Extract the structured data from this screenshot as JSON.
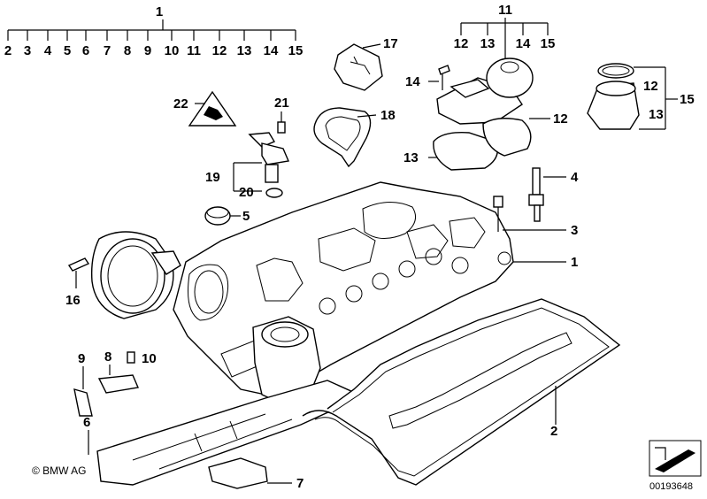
{
  "diagram": {
    "group_top_label": "1",
    "group_top_items": [
      "2",
      "3",
      "4",
      "5",
      "6",
      "7",
      "8",
      "9",
      "10",
      "11",
      "12",
      "13",
      "14",
      "15"
    ],
    "group11_label": "11",
    "group11_items": [
      "12",
      "13",
      "14",
      "15"
    ],
    "labels": {
      "l17": "17",
      "l18": "18",
      "l22": "22",
      "l21": "21",
      "l19": "19",
      "l20": "20",
      "l5": "5",
      "l16": "16",
      "l14": "14",
      "l12a": "12",
      "l13a": "13",
      "l12b": "12",
      "l15b": "15",
      "l13b": "13",
      "l4": "4",
      "l3": "3",
      "l1": "1",
      "l9": "9",
      "l8": "8",
      "l10": "10",
      "l6": "6",
      "l7": "7",
      "l2": "2"
    },
    "copyright": "© BMW AG",
    "doc_number": "00193648"
  },
  "icons": {
    "warning": "warning-triangle-icon",
    "view": "view-direction-icon"
  }
}
